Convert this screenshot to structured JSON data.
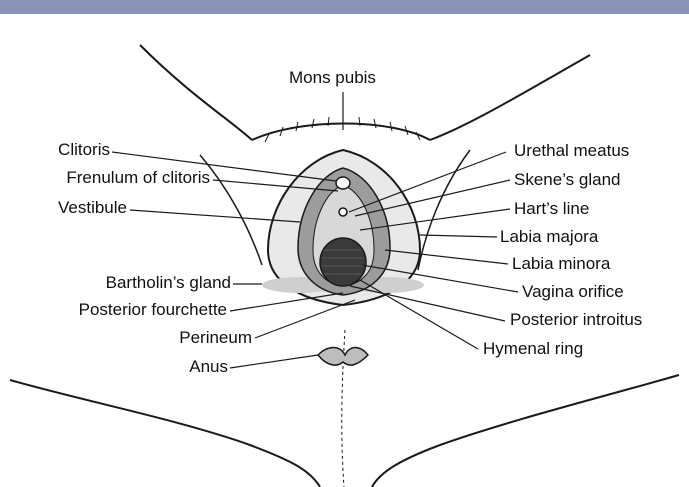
{
  "colors": {
    "top_bar": "#8a93b8",
    "line": "#1a1a1a",
    "skin_shade": "#bdbdbd",
    "vestibule_fill": "#9c9c9c",
    "gland_fill": "#cfcfcf",
    "orifice_fill": "#3a3a3a"
  },
  "labels": {
    "mons_pubis": "Mons pubis",
    "clitoris": "Clitoris",
    "frenulum": "Frenulum of clitoris",
    "vestibule": "Vestibule",
    "bartholin": "Bartholin’s gland",
    "posterior_fourchette": "Posterior fourchette",
    "perineum": "Perineum",
    "anus": "Anus",
    "urethral_meatus": "Urethal meatus",
    "skenes_gland": "Skene’s gland",
    "harts_line": "Hart’s line",
    "labia_majora": "Labia majora",
    "labia_minora": "Labia minora",
    "vagina_orifice": "Vagina orifice",
    "posterior_introitus": "Posterior introitus",
    "hymenal_ring": "Hymenal ring"
  }
}
